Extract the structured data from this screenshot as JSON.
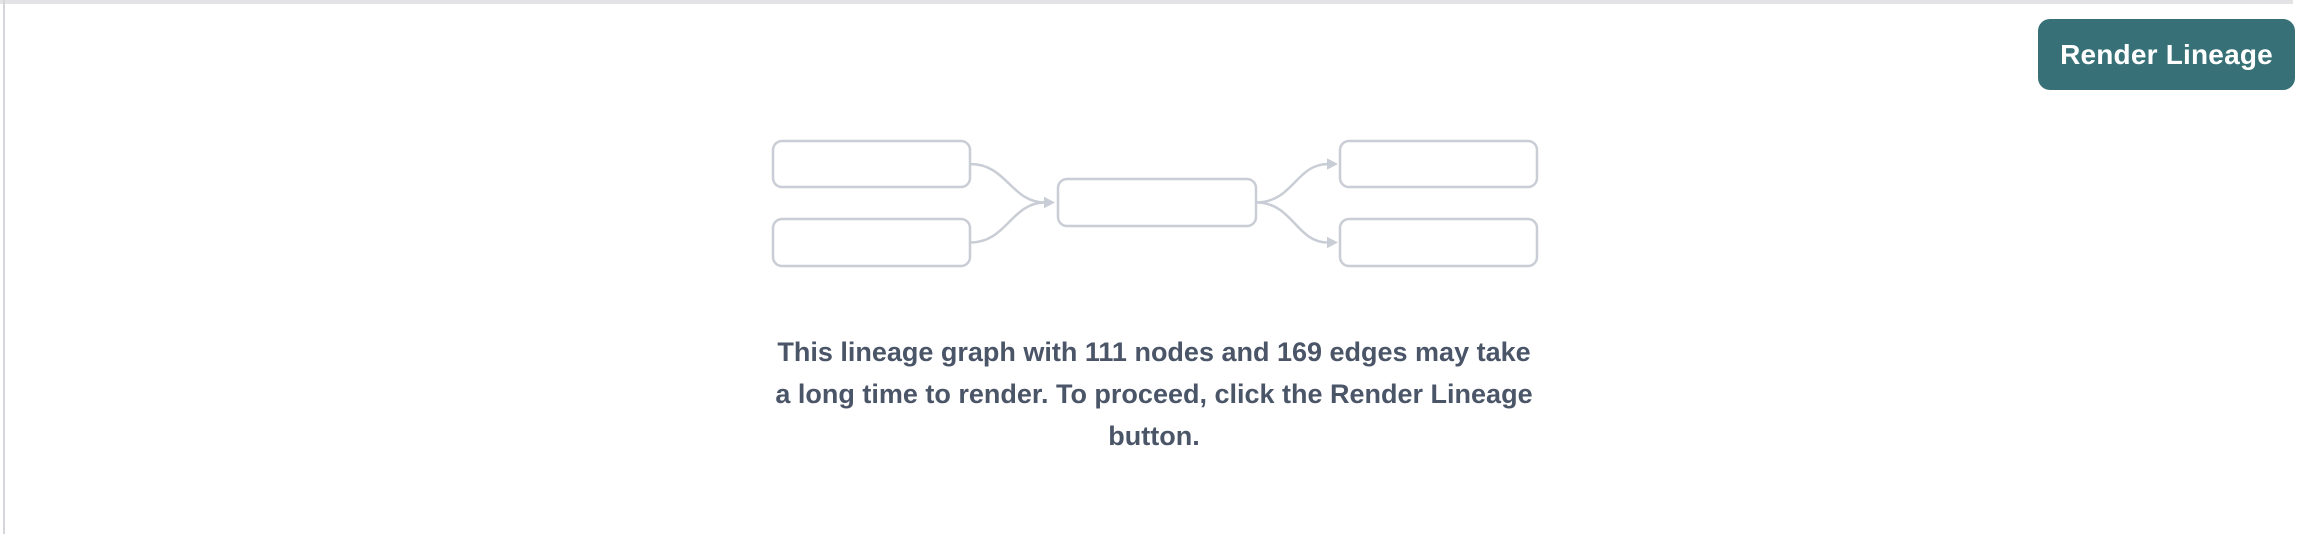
{
  "toolbar": {
    "render_button_label": "Render Lineage"
  },
  "empty_state": {
    "message_lines": [
      "This lineage graph with 111 nodes and 169 edges may take",
      "a long time to render. To proceed, click the Render Lineage",
      "button."
    ],
    "full_message": "This lineage graph with 111 nodes and 169 edges may take a long time to render. To proceed, click the Render Lineage button.",
    "node_count": "111",
    "edge_count": "169"
  },
  "icons": {
    "placeholder_graphic": "lineage-graph-placeholder"
  },
  "colors": {
    "button_background": "#377177",
    "button_text": "#ffffff",
    "placeholder_gray": "#c9cdd5",
    "message_text": "#4a5568",
    "top_border": "#e3e3e6",
    "left_border": "#d6d6da",
    "canvas_background": "#ffffff"
  }
}
